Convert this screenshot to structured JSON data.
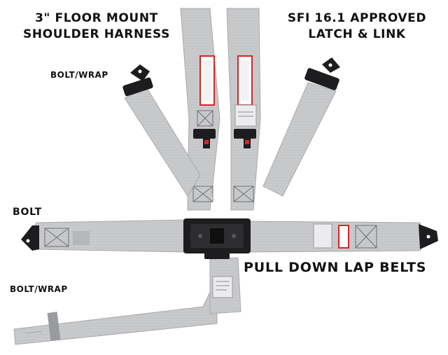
{
  "headline_left": {
    "line1": "3\" FLOOR MOUNT",
    "line2": "SHOULDER HARNESS"
  },
  "headline_right": {
    "line1": "SFI 16.1 APPROVED",
    "line2": "LATCH & LINK"
  },
  "labels": {
    "bolt_wrap_top": "BOLT/WRAP",
    "bolt": "BOLT",
    "bolt_wrap_bottom": "BOLT/WRAP",
    "pull_down": "PULL DOWN LAP BELTS"
  },
  "colors": {
    "webbing": "#c9cacc",
    "webbing_shadow": "#a9aaad",
    "stitch": "#6e6f73",
    "hardware": "#1d1d1f",
    "tag_red": "#d8232a",
    "background": "#ffffff"
  }
}
